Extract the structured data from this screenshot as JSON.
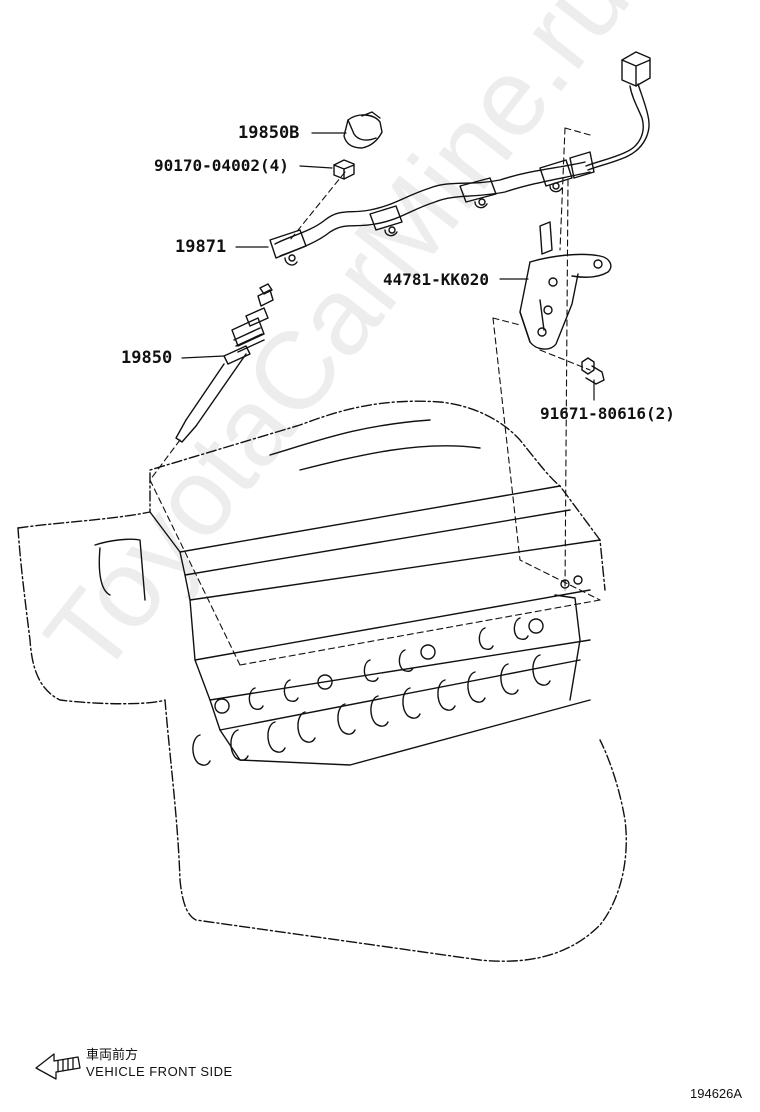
{
  "labels": {
    "p19850B": "19850B",
    "p90170": "90170-04002(4)",
    "p19871": "19871",
    "p19850": "19850",
    "p44781": "44781-KK020",
    "p91671": "91671-80616(2)"
  },
  "legend": {
    "jp": "車両前方",
    "en": "VEHICLE FRONT SIDE"
  },
  "figure_number": "194626A",
  "watermark": "ToyotaCarMine.ru",
  "colors": {
    "line": "#111111",
    "background": "#ffffff",
    "watermark": "#d9d9d9"
  }
}
